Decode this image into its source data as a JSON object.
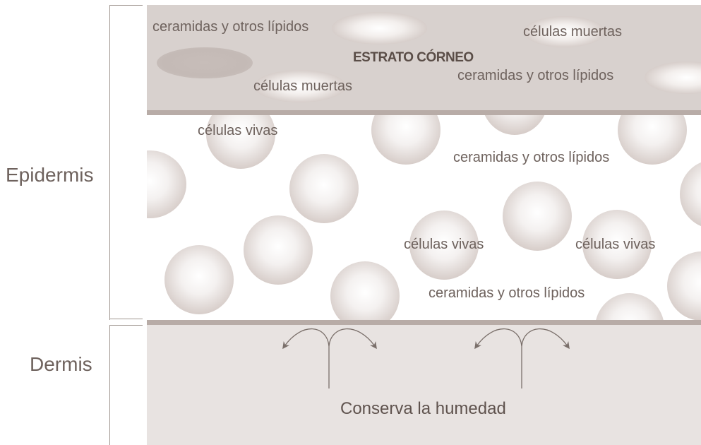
{
  "labels": {
    "epidermis": "Epidermis",
    "dermis": "Dermis",
    "estrato_corneo": "ESTRATO CÓRNEO",
    "conserva": "Conserva la humedad"
  },
  "stratum_labels": [
    "ceramidas y otros lípidos",
    "células muertas",
    "ceramidas y otros lípidos",
    "células muertas"
  ],
  "living_labels": [
    "células vivas",
    "ceramidas y otros lípidos",
    "células vivas",
    "células vivas",
    "ceramidas y otros lípidos"
  ],
  "colors": {
    "stratum": "#d8d1ce",
    "separator": "#b8aca7",
    "dermis": "#e8e3e1",
    "text": "#6e625d"
  }
}
